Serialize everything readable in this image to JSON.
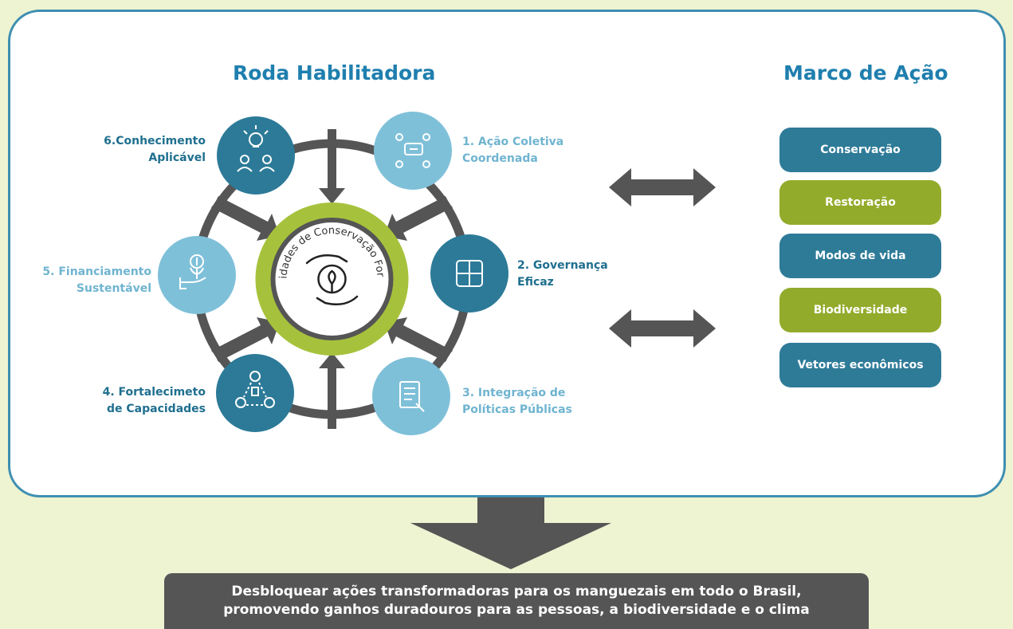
{
  "titles": {
    "wheel": "Roda Habilitadora",
    "framework": "Marco de Ação"
  },
  "center": {
    "text": "Unidades de Conservação Fortes",
    "icon": "hands-protecting-tree-icon"
  },
  "nodes": [
    {
      "id": "1",
      "line1": "1. Ação Coletiva",
      "line2": "Coordenada",
      "icon": "coordinated-group-chat-icon",
      "color": "#7fc0d9"
    },
    {
      "id": "2",
      "line1": "2. Governança",
      "line2": "Eficaz",
      "icon": "linked-hands-square-icon",
      "color": "#2c7a98"
    },
    {
      "id": "3",
      "line1": "3. Integração de",
      "line2": "Políticas Públicas",
      "icon": "policy-document-icon",
      "color": "#7fc0d9"
    },
    {
      "id": "4",
      "line1": "4. Fortalecimeto",
      "line2": "de Capacidades",
      "icon": "connected-people-icon",
      "color": "#2c7a98"
    },
    {
      "id": "5",
      "line1": "5. Financiamento",
      "line2": "Sustentável",
      "icon": "hand-money-plant-icon",
      "color": "#7fc0d9"
    },
    {
      "id": "6",
      "line1": "6.Conhecimento",
      "line2": "Aplicável",
      "icon": "idea-people-icon",
      "color": "#2c7a98"
    }
  ],
  "actions": [
    {
      "label": "Conservação",
      "color": "#2e7b98"
    },
    {
      "label": "Restoração",
      "color": "#93ab2b"
    },
    {
      "label": "Modos de vida",
      "color": "#2e7b98"
    },
    {
      "label": "Biodiversidade",
      "color": "#93ab2b"
    },
    {
      "label": "Vetores econômicos",
      "color": "#2e7b98"
    }
  ],
  "banner": {
    "line1": "Desbloquear ações transformadoras para os manguezais em todo o Brasil,",
    "line2": "promovendo ganhos duradouros para as pessoas, a biodiversidade e o clima"
  },
  "colors": {
    "rim": "#555555",
    "lime": "#a6c23c",
    "dark_blue": "#2c7a98",
    "light_blue": "#7fc0d9",
    "arrow": "#555555"
  }
}
